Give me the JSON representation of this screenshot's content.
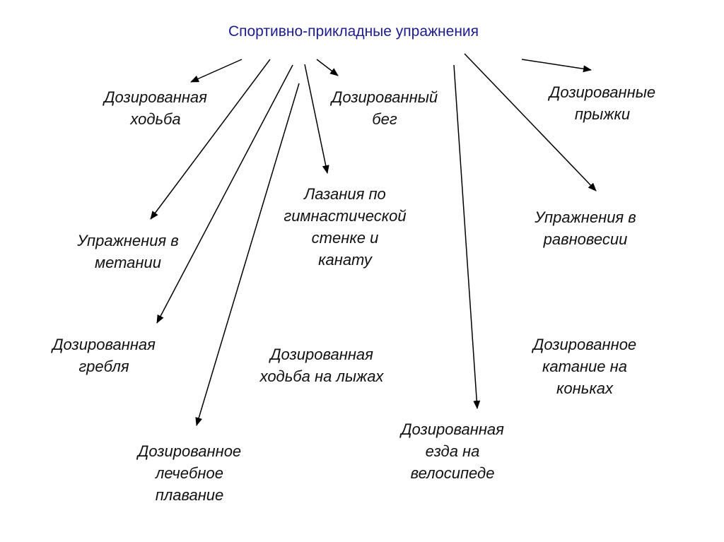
{
  "title": "Спортивно-прикладные упражнения",
  "colors": {
    "title": "#1c1c8c",
    "text": "#111111",
    "arrow": "#000000"
  },
  "nodes": {
    "walking": [
      "Дозированная",
      "ходьба"
    ],
    "running": [
      "Дозированный",
      "бег"
    ],
    "jumping": [
      "Дозированные",
      "прыжки"
    ],
    "climbing": [
      "Лазания по",
      "гимнастической",
      "стенке и",
      "канату"
    ],
    "throwing": [
      "Упражнения в",
      "метании"
    ],
    "balance": [
      "Упражнения в",
      "равновесии"
    ],
    "rowing": [
      "Дозированная",
      "гребля"
    ],
    "skiing": [
      "Дозированная",
      "ходьба на лыжах"
    ],
    "skating": [
      "Дозированное",
      "катание на",
      "коньках"
    ],
    "cycling": [
      "Дозированная",
      "езда на",
      "велосипеде"
    ],
    "swimming": [
      "Дозированное",
      "лечебное",
      "плавание"
    ]
  }
}
